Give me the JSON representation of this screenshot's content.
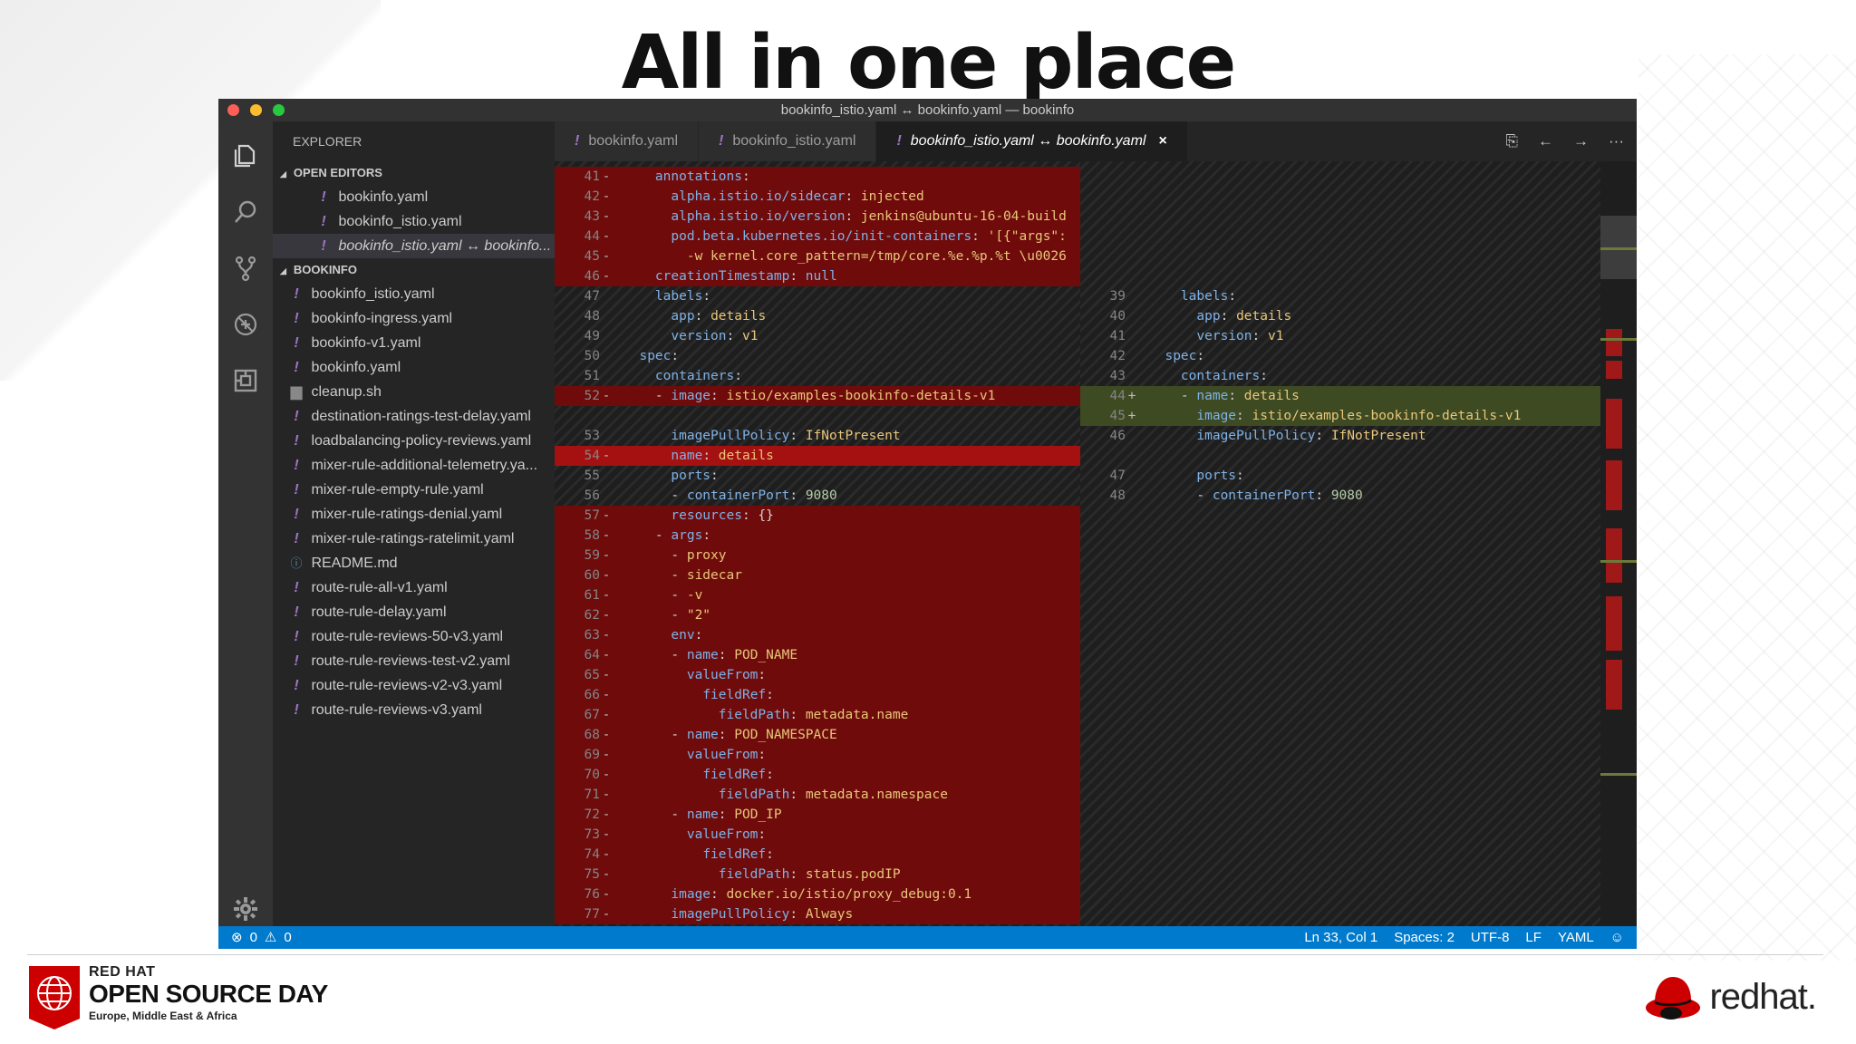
{
  "slide": {
    "title": "All in one place",
    "osd": {
      "line1": "RED HAT",
      "line2": "OPEN SOURCE DAY",
      "line3": "Europe, Middle East & Africa"
    },
    "logo_word": "redhat."
  },
  "window": {
    "title": "bookinfo_istio.yaml ↔ bookinfo.yaml — bookinfo"
  },
  "sidebar": {
    "header": "EXPLORER",
    "open_editors_label": "OPEN EDITORS",
    "open_editors": [
      "bookinfo.yaml",
      "bookinfo_istio.yaml",
      "bookinfo_istio.yaml ↔ bookinfo..."
    ],
    "folder_label": "BOOKINFO",
    "files": [
      {
        "name": "bookinfo_istio.yaml",
        "icon": "!"
      },
      {
        "name": "bookinfo-ingress.yaml",
        "icon": "!"
      },
      {
        "name": "bookinfo-v1.yaml",
        "icon": "!"
      },
      {
        "name": "bookinfo.yaml",
        "icon": "!"
      },
      {
        "name": "cleanup.sh",
        "icon": "▆"
      },
      {
        "name": "destination-ratings-test-delay.yaml",
        "icon": "!"
      },
      {
        "name": "loadbalancing-policy-reviews.yaml",
        "icon": "!"
      },
      {
        "name": "mixer-rule-additional-telemetry.ya...",
        "icon": "!"
      },
      {
        "name": "mixer-rule-empty-rule.yaml",
        "icon": "!"
      },
      {
        "name": "mixer-rule-ratings-denial.yaml",
        "icon": "!"
      },
      {
        "name": "mixer-rule-ratings-ratelimit.yaml",
        "icon": "!"
      },
      {
        "name": "README.md",
        "icon": "ⓘ"
      },
      {
        "name": "route-rule-all-v1.yaml",
        "icon": "!"
      },
      {
        "name": "route-rule-delay.yaml",
        "icon": "!"
      },
      {
        "name": "route-rule-reviews-50-v3.yaml",
        "icon": "!"
      },
      {
        "name": "route-rule-reviews-test-v2.yaml",
        "icon": "!"
      },
      {
        "name": "route-rule-reviews-v2-v3.yaml",
        "icon": "!"
      },
      {
        "name": "route-rule-reviews-v3.yaml",
        "icon": "!"
      }
    ]
  },
  "tabs": [
    {
      "label": "bookinfo.yaml",
      "icon": "!"
    },
    {
      "label": "bookinfo_istio.yaml",
      "icon": "!"
    },
    {
      "label": "bookinfo_istio.yaml ↔ bookinfo.yaml",
      "icon": "!",
      "close": "×"
    }
  ],
  "tab_actions": [
    "⎘",
    "←",
    "→",
    "···"
  ],
  "diff_left": [
    {
      "num": "41",
      "mk": "-",
      "type": "del",
      "segs": [
        [
          "p",
          "    "
        ],
        [
          "k",
          "annotations"
        ],
        [
          "p",
          ":"
        ]
      ]
    },
    {
      "num": "42",
      "mk": "-",
      "type": "del",
      "segs": [
        [
          "p",
          "      "
        ],
        [
          "k",
          "alpha.istio.io/sidecar"
        ],
        [
          "p",
          ": "
        ],
        [
          "v",
          "injected"
        ]
      ]
    },
    {
      "num": "43",
      "mk": "-",
      "type": "del",
      "segs": [
        [
          "p",
          "      "
        ],
        [
          "k",
          "alpha.istio.io/version"
        ],
        [
          "p",
          ": "
        ],
        [
          "v",
          "jenkins@ubuntu-16-04-build"
        ]
      ]
    },
    {
      "num": "44",
      "mk": "-",
      "type": "del",
      "segs": [
        [
          "p",
          "      "
        ],
        [
          "k",
          "pod.beta.kubernetes.io/init-containers"
        ],
        [
          "p",
          ": "
        ],
        [
          "v",
          "'[{\"args\":"
        ]
      ]
    },
    {
      "num": "45",
      "mk": "-",
      "type": "del",
      "segs": [
        [
          "p",
          "        "
        ],
        [
          "v",
          "-w kernel.core_pattern=/tmp/core.%e.%p.%t \\u0026"
        ]
      ]
    },
    {
      "num": "46",
      "mk": "-",
      "type": "del",
      "segs": [
        [
          "p",
          "    "
        ],
        [
          "k",
          "creationTimestamp"
        ],
        [
          "p",
          ": "
        ],
        [
          "k",
          "null"
        ]
      ]
    },
    {
      "num": "47",
      "mk": "",
      "type": "",
      "segs": [
        [
          "p",
          "    "
        ],
        [
          "k",
          "labels"
        ],
        [
          "p",
          ":"
        ]
      ]
    },
    {
      "num": "48",
      "mk": "",
      "type": "",
      "segs": [
        [
          "p",
          "      "
        ],
        [
          "k",
          "app"
        ],
        [
          "p",
          ": "
        ],
        [
          "v",
          "details"
        ]
      ]
    },
    {
      "num": "49",
      "mk": "",
      "type": "",
      "segs": [
        [
          "p",
          "      "
        ],
        [
          "k",
          "version"
        ],
        [
          "p",
          ": "
        ],
        [
          "v",
          "v1"
        ]
      ]
    },
    {
      "num": "50",
      "mk": "",
      "type": "",
      "segs": [
        [
          "p",
          "  "
        ],
        [
          "k",
          "spec"
        ],
        [
          "p",
          ":"
        ]
      ]
    },
    {
      "num": "51",
      "mk": "",
      "type": "",
      "segs": [
        [
          "p",
          "    "
        ],
        [
          "k",
          "containers"
        ],
        [
          "p",
          ":"
        ]
      ]
    },
    {
      "num": "52",
      "mk": "-",
      "type": "del",
      "segs": [
        [
          "p",
          "    - "
        ],
        [
          "k",
          "image"
        ],
        [
          "p",
          ": "
        ],
        [
          "v",
          "istio/examples-bookinfo-details-v1"
        ]
      ]
    },
    {
      "num": "",
      "mk": "",
      "type": "filler",
      "segs": []
    },
    {
      "num": "53",
      "mk": "",
      "type": "",
      "segs": [
        [
          "p",
          "      "
        ],
        [
          "k",
          "imagePullPolicy"
        ],
        [
          "p",
          ": "
        ],
        [
          "v",
          "IfNotPresent"
        ]
      ]
    },
    {
      "num": "54",
      "mk": "-",
      "type": "delstrong",
      "segs": [
        [
          "p",
          "      "
        ],
        [
          "k",
          "name"
        ],
        [
          "p",
          ": "
        ],
        [
          "v",
          "details"
        ]
      ]
    },
    {
      "num": "55",
      "mk": "",
      "type": "",
      "segs": [
        [
          "p",
          "      "
        ],
        [
          "k",
          "ports"
        ],
        [
          "p",
          ":"
        ]
      ]
    },
    {
      "num": "56",
      "mk": "",
      "type": "",
      "segs": [
        [
          "p",
          "      - "
        ],
        [
          "k",
          "containerPort"
        ],
        [
          "p",
          ": "
        ],
        [
          "n",
          "9080"
        ]
      ]
    },
    {
      "num": "57",
      "mk": "-",
      "type": "del",
      "segs": [
        [
          "p",
          "      "
        ],
        [
          "k",
          "resources"
        ],
        [
          "p",
          ": {}"
        ]
      ]
    },
    {
      "num": "58",
      "mk": "-",
      "type": "del",
      "segs": [
        [
          "p",
          "    - "
        ],
        [
          "k",
          "args"
        ],
        [
          "p",
          ":"
        ]
      ]
    },
    {
      "num": "59",
      "mk": "-",
      "type": "del",
      "segs": [
        [
          "p",
          "      - "
        ],
        [
          "v",
          "proxy"
        ]
      ]
    },
    {
      "num": "60",
      "mk": "-",
      "type": "del",
      "segs": [
        [
          "p",
          "      - "
        ],
        [
          "v",
          "sidecar"
        ]
      ]
    },
    {
      "num": "61",
      "mk": "-",
      "type": "del",
      "segs": [
        [
          "p",
          "      - "
        ],
        [
          "v",
          "-v"
        ]
      ]
    },
    {
      "num": "62",
      "mk": "-",
      "type": "del",
      "segs": [
        [
          "p",
          "      - "
        ],
        [
          "v",
          "\"2\""
        ]
      ]
    },
    {
      "num": "63",
      "mk": "-",
      "type": "del",
      "segs": [
        [
          "p",
          "      "
        ],
        [
          "k",
          "env"
        ],
        [
          "p",
          ":"
        ]
      ]
    },
    {
      "num": "64",
      "mk": "-",
      "type": "del",
      "segs": [
        [
          "p",
          "      - "
        ],
        [
          "k",
          "name"
        ],
        [
          "p",
          ": "
        ],
        [
          "v",
          "POD_NAME"
        ]
      ]
    },
    {
      "num": "65",
      "mk": "-",
      "type": "del",
      "segs": [
        [
          "p",
          "        "
        ],
        [
          "k",
          "valueFrom"
        ],
        [
          "p",
          ":"
        ]
      ]
    },
    {
      "num": "66",
      "mk": "-",
      "type": "del",
      "segs": [
        [
          "p",
          "          "
        ],
        [
          "k",
          "fieldRef"
        ],
        [
          "p",
          ":"
        ]
      ]
    },
    {
      "num": "67",
      "mk": "-",
      "type": "del",
      "segs": [
        [
          "p",
          "            "
        ],
        [
          "k",
          "fieldPath"
        ],
        [
          "p",
          ": "
        ],
        [
          "v",
          "metadata.name"
        ]
      ]
    },
    {
      "num": "68",
      "mk": "-",
      "type": "del",
      "segs": [
        [
          "p",
          "      - "
        ],
        [
          "k",
          "name"
        ],
        [
          "p",
          ": "
        ],
        [
          "v",
          "POD_NAMESPACE"
        ]
      ]
    },
    {
      "num": "69",
      "mk": "-",
      "type": "del",
      "segs": [
        [
          "p",
          "        "
        ],
        [
          "k",
          "valueFrom"
        ],
        [
          "p",
          ":"
        ]
      ]
    },
    {
      "num": "70",
      "mk": "-",
      "type": "del",
      "segs": [
        [
          "p",
          "          "
        ],
        [
          "k",
          "fieldRef"
        ],
        [
          "p",
          ":"
        ]
      ]
    },
    {
      "num": "71",
      "mk": "-",
      "type": "del",
      "segs": [
        [
          "p",
          "            "
        ],
        [
          "k",
          "fieldPath"
        ],
        [
          "p",
          ": "
        ],
        [
          "v",
          "metadata.namespace"
        ]
      ]
    },
    {
      "num": "72",
      "mk": "-",
      "type": "del",
      "segs": [
        [
          "p",
          "      - "
        ],
        [
          "k",
          "name"
        ],
        [
          "p",
          ": "
        ],
        [
          "v",
          "POD_IP"
        ]
      ]
    },
    {
      "num": "73",
      "mk": "-",
      "type": "del",
      "segs": [
        [
          "p",
          "        "
        ],
        [
          "k",
          "valueFrom"
        ],
        [
          "p",
          ":"
        ]
      ]
    },
    {
      "num": "74",
      "mk": "-",
      "type": "del",
      "segs": [
        [
          "p",
          "          "
        ],
        [
          "k",
          "fieldRef"
        ],
        [
          "p",
          ":"
        ]
      ]
    },
    {
      "num": "75",
      "mk": "-",
      "type": "del",
      "segs": [
        [
          "p",
          "            "
        ],
        [
          "k",
          "fieldPath"
        ],
        [
          "p",
          ": "
        ],
        [
          "v",
          "status.podIP"
        ]
      ]
    },
    {
      "num": "76",
      "mk": "-",
      "type": "del",
      "segs": [
        [
          "p",
          "      "
        ],
        [
          "k",
          "image"
        ],
        [
          "p",
          ": "
        ],
        [
          "v",
          "docker.io/istio/proxy_debug:0.1"
        ]
      ]
    },
    {
      "num": "77",
      "mk": "-",
      "type": "del",
      "segs": [
        [
          "p",
          "      "
        ],
        [
          "k",
          "imagePullPolicy"
        ],
        [
          "p",
          ": "
        ],
        [
          "v",
          "Always"
        ]
      ]
    }
  ],
  "diff_right": [
    {
      "num": "",
      "mk": "",
      "type": "filler",
      "segs": []
    },
    {
      "num": "",
      "mk": "",
      "type": "filler",
      "segs": []
    },
    {
      "num": "",
      "mk": "",
      "type": "filler",
      "segs": []
    },
    {
      "num": "",
      "mk": "",
      "type": "filler",
      "segs": []
    },
    {
      "num": "",
      "mk": "",
      "type": "filler",
      "segs": []
    },
    {
      "num": "",
      "mk": "",
      "type": "filler",
      "segs": []
    },
    {
      "num": "39",
      "mk": "",
      "type": "",
      "segs": [
        [
          "p",
          "    "
        ],
        [
          "k",
          "labels"
        ],
        [
          "p",
          ":"
        ]
      ]
    },
    {
      "num": "40",
      "mk": "",
      "type": "",
      "segs": [
        [
          "p",
          "      "
        ],
        [
          "k",
          "app"
        ],
        [
          "p",
          ": "
        ],
        [
          "v",
          "details"
        ]
      ]
    },
    {
      "num": "41",
      "mk": "",
      "type": "",
      "segs": [
        [
          "p",
          "      "
        ],
        [
          "k",
          "version"
        ],
        [
          "p",
          ": "
        ],
        [
          "v",
          "v1"
        ]
      ]
    },
    {
      "num": "42",
      "mk": "",
      "type": "",
      "segs": [
        [
          "p",
          "  "
        ],
        [
          "k",
          "spec"
        ],
        [
          "p",
          ":"
        ]
      ]
    },
    {
      "num": "43",
      "mk": "",
      "type": "",
      "segs": [
        [
          "p",
          "    "
        ],
        [
          "k",
          "containers"
        ],
        [
          "p",
          ":"
        ]
      ]
    },
    {
      "num": "44",
      "mk": "+",
      "type": "ins",
      "segs": [
        [
          "p",
          "    - "
        ],
        [
          "k",
          "name"
        ],
        [
          "p",
          ": "
        ],
        [
          "v",
          "details"
        ]
      ]
    },
    {
      "num": "45",
      "mk": "+",
      "type": "ins",
      "segs": [
        [
          "p",
          "      "
        ],
        [
          "k",
          "image"
        ],
        [
          "p",
          ": "
        ],
        [
          "v",
          "istio/examples-bookinfo-details-v1"
        ]
      ]
    },
    {
      "num": "46",
      "mk": "",
      "type": "",
      "segs": [
        [
          "p",
          "      "
        ],
        [
          "k",
          "imagePullPolicy"
        ],
        [
          "p",
          ": "
        ],
        [
          "v",
          "IfNotPresent"
        ]
      ]
    },
    {
      "num": "",
      "mk": "",
      "type": "filler",
      "segs": []
    },
    {
      "num": "47",
      "mk": "",
      "type": "",
      "segs": [
        [
          "p",
          "      "
        ],
        [
          "k",
          "ports"
        ],
        [
          "p",
          ":"
        ]
      ]
    },
    {
      "num": "48",
      "mk": "",
      "type": "",
      "segs": [
        [
          "p",
          "      - "
        ],
        [
          "k",
          "containerPort"
        ],
        [
          "p",
          ": "
        ],
        [
          "n",
          "9080"
        ]
      ]
    }
  ],
  "status": {
    "errors": "0",
    "warnings": "0",
    "position": "Ln 33, Col 1",
    "spaces": "Spaces: 2",
    "encoding": "UTF-8",
    "eol": "LF",
    "language": "YAML",
    "feedback_icon": "☺"
  },
  "colors": {
    "statusbar": "#007acc",
    "deleted_line": "#6f0b0b",
    "inserted_line": "#3d4a22",
    "yaml_file_icon": "#a074c4",
    "redhat_red": "#cc0000"
  }
}
